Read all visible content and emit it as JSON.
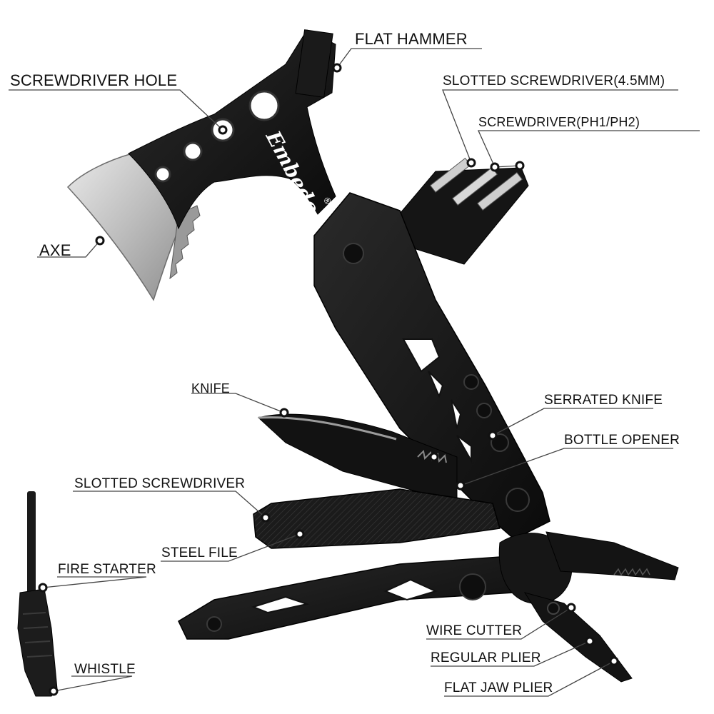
{
  "brand": {
    "logo_text": "Embedo",
    "registered_mark": "®"
  },
  "colors": {
    "tool_black": "#141414",
    "blade_silver": "#c9c9c9",
    "text": "#111111",
    "leader": "#444444"
  },
  "callouts": {
    "flat_hammer": "FLAT HAMMER",
    "screwdriver_hole": "SCREWDRIVER HOLE",
    "slotted_screwdriver_45": "SLOTTED SCREWDRIVER(4.5MM)",
    "screwdriver_ph": "SCREWDRIVER(PH1/PH2)",
    "axe": "AXE",
    "knife": "KNIFE",
    "serrated_knife": "SERRATED KNIFE",
    "bottle_opener": "BOTTLE OPENER",
    "slotted_screwdriver": "SLOTTED SCREWDRIVER",
    "steel_file": "STEEL FILE",
    "fire_starter": "FIRE STARTER",
    "whistle": "WHISTLE",
    "wire_cutter": "WIRE CUTTER",
    "regular_plier": "REGULAR PLIER",
    "flat_jaw_plier": "FLAT JAW PLIER"
  }
}
